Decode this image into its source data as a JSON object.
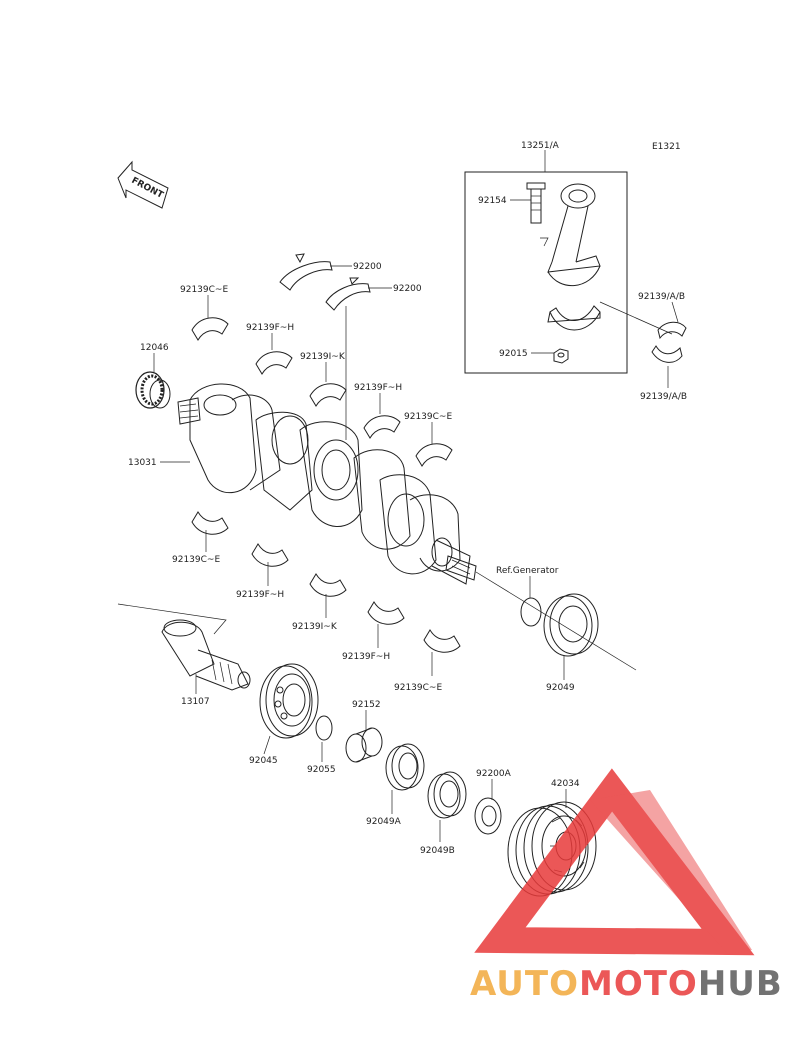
{
  "figure_code": "E1321",
  "front_label": "FRONT",
  "parts": {
    "p13251": "13251/A",
    "p92154": "92154",
    "p92015": "92015",
    "p92139ab_top": "92139/A/B",
    "p92139ab_bottom": "92139/A/B",
    "p92200_a": "92200",
    "p92200_b": "92200",
    "p92139ce_1": "92139C~E",
    "p92139fh_1": "92139F~H",
    "p92139ik_1": "92139I~K",
    "p92139fh_2": "92139F~H",
    "p92139ce_2": "92139C~E",
    "p12046": "12046",
    "p13031": "13031",
    "p92139ce_3": "92139C~E",
    "p92139fh_3": "92139F~H",
    "p92139ik_2": "92139I~K",
    "p92139fh_4": "92139F~H",
    "p92139ce_4": "92139C~E",
    "ref_generator": "Ref.Generator",
    "p92049": "92049",
    "p13107": "13107",
    "p92045": "92045",
    "p92055": "92055",
    "p92152": "92152",
    "p92049a": "92049A",
    "p92049b": "92049B",
    "p92200a": "92200A",
    "p42034": "42034"
  },
  "watermark": {
    "part1": "AUTO",
    "part2": "MOTO",
    "part3": "HUB",
    "colors": {
      "orange": "#f2a93b",
      "red": "#e83a3a",
      "gray": "#5a5a5a"
    }
  }
}
